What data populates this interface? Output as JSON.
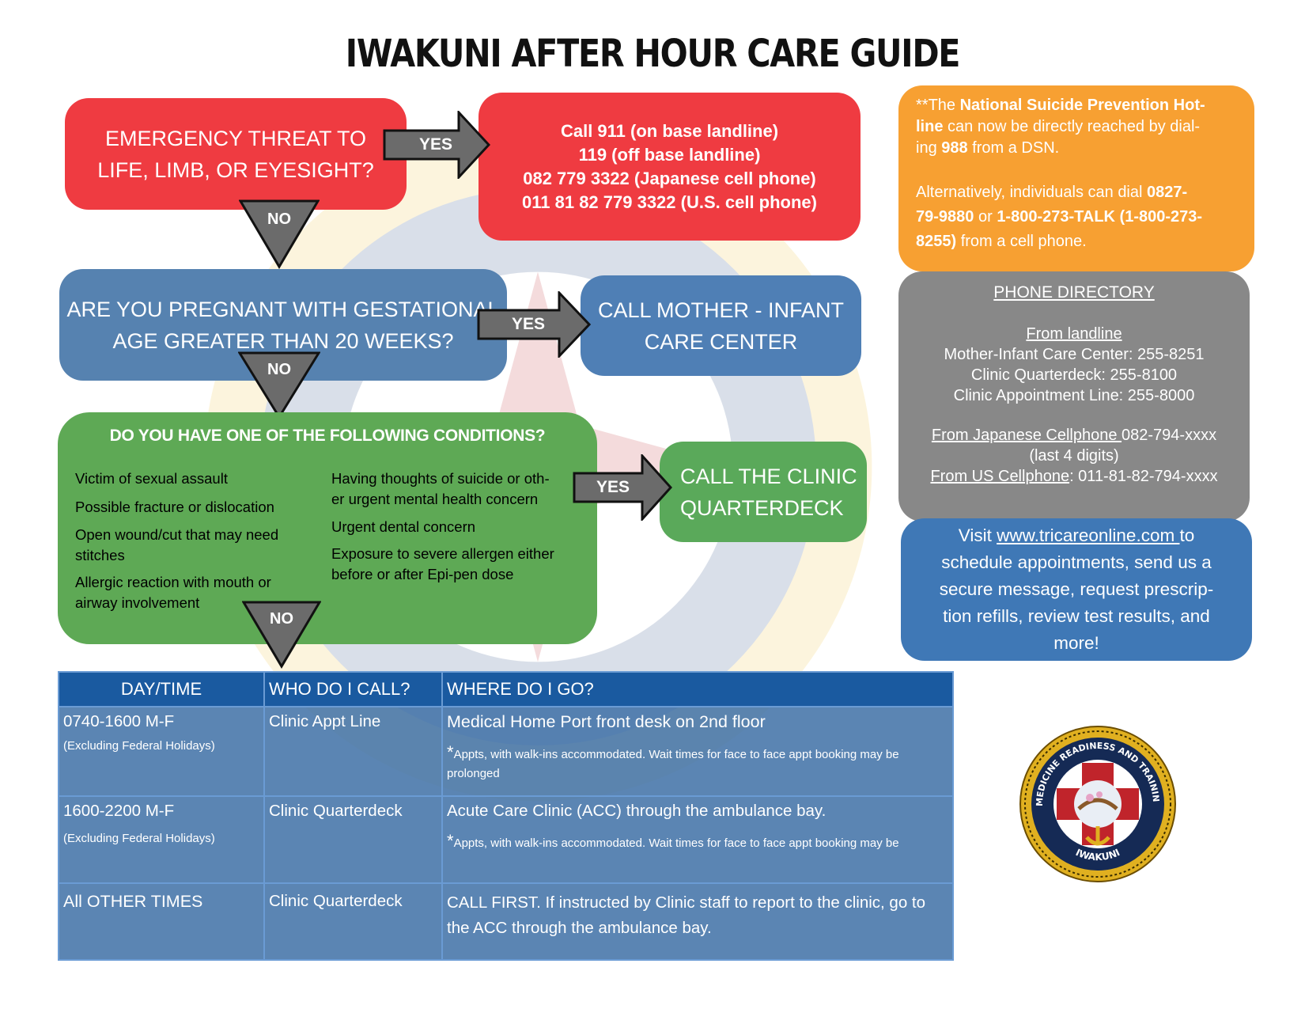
{
  "title": "IWAKUNI AFTER HOUR CARE GUIDE",
  "colors": {
    "red": "#ef3b41",
    "blue": "#5682b0",
    "green": "#5ea955",
    "orange": "#f7a032",
    "gray": "#888888",
    "table_header": "#1a5aa0"
  },
  "flow": {
    "q1": {
      "line1": "EMERGENCY THREAT TO",
      "line2": "LIFE, LIMB, OR EYESIGHT?"
    },
    "a1": {
      "line1": "Call 911 (on base landline)",
      "line2": "119 (off base landline)",
      "line3": "082 779 3322 (Japanese cell phone)",
      "line4": "011 81 82 779 3322 (U.S. cell phone)"
    },
    "q2": {
      "line1": "ARE YOU PREGNANT WITH GESTATIONAL",
      "line2": "AGE GREATER THAN 20 WEEKS?"
    },
    "a2": {
      "line1": "CALL MOTHER - INFANT",
      "line2": "CARE CENTER"
    },
    "q3": {
      "title": "DO YOU HAVE ONE OF THE FOLLOWING CONDITIONS?",
      "left": {
        "c1": "Victim of sexual assault",
        "c2": "Possible fracture or dislocation",
        "c3a": "Open wound/cut that may need",
        "c3b": "stitches",
        "c4a": "Allergic reaction with mouth or",
        "c4b": "airway involvement"
      },
      "right": {
        "c1a": "Having thoughts of suicide or oth-",
        "c1b": "er urgent mental health concern",
        "c2": "Urgent dental concern",
        "c3a": "Exposure to severe allergen either",
        "c3b": "before or after Epi-pen dose"
      }
    },
    "a3": {
      "line1": "CALL THE CLINIC",
      "line2": "QUARTERDECK"
    },
    "yes_label": "YES",
    "no_label": "NO"
  },
  "suicide_box": {
    "p1_prefix": "**The ",
    "p1_bold1": "National Suicide Prevention Hot-",
    "p1_bold2": "line",
    "p1_mid": " can now be directly reached by dial-",
    "p1_line3a": "ing ",
    "p1_bold3": "988",
    "p1_line3b": " from a DSN.",
    "p2_a": "Alternatively, individuals can dial ",
    "p2_bold1a": "0827-",
    "p2_bold1b": "79-9880",
    "p2_or": " or ",
    "p2_bold2a": "1-800-273-TALK (1-800-273-",
    "p2_bold2b": "8255)",
    "p2_end": " from a cell phone."
  },
  "directory": {
    "heading": "PHONE DIRECTORY",
    "landline_heading": "From landline",
    "landline1": "Mother-Infant Care Center: 255-8251",
    "landline2": "Clinic Quarterdeck: 255-8100",
    "landline3": "Clinic Appointment Line: 255-8000",
    "jp_label": "From Japanese Cellphone ",
    "jp_number": "082-794-xxxx",
    "jp_note": "(last 4 digits)",
    "us_label": "From US Cellphone",
    "us_number": ": 011-81-82-794-xxxx"
  },
  "tricare": {
    "visit": "Visit ",
    "link": "www.tricareonline.com ",
    "line1_end": "to",
    "line2": "schedule appointments, send us a",
    "line3": "secure message, request prescrip-",
    "line4": "tion refills, review test results, and",
    "line5": "more!"
  },
  "table": {
    "headers": [
      "DAY/TIME",
      "WHO DO I CALL?",
      "WHERE DO I GO?"
    ],
    "rows": [
      {
        "time": "0740-1600 M-F",
        "time_note": "(Excluding Federal Holidays)",
        "who": "Clinic Appt Line",
        "where": "Medical Home Port front desk on 2nd floor",
        "note": "Appts, with walk-ins accommodated. Wait times for face to face appt booking may be prolonged"
      },
      {
        "time": "1600-2200 M-F",
        "time_note": "(Excluding Federal Holidays)",
        "who": "Clinic Quarterdeck",
        "where": "Acute Care Clinic (ACC) through the ambulance bay.",
        "note": "Appts, with walk-ins accommodated. Wait times for face to face appt booking may be"
      },
      {
        "time": "All OTHER TIMES",
        "who": "Clinic Quarterdeck",
        "where": "CALL FIRST. If instructed by Clinic staff to report to the clinic, go to the ACC through the ambulance bay."
      }
    ]
  },
  "logo": {
    "top_text": "NAVY MEDICINE READINESS AND TRAINING UNIT",
    "bottom_text": "IWAKUNI"
  }
}
